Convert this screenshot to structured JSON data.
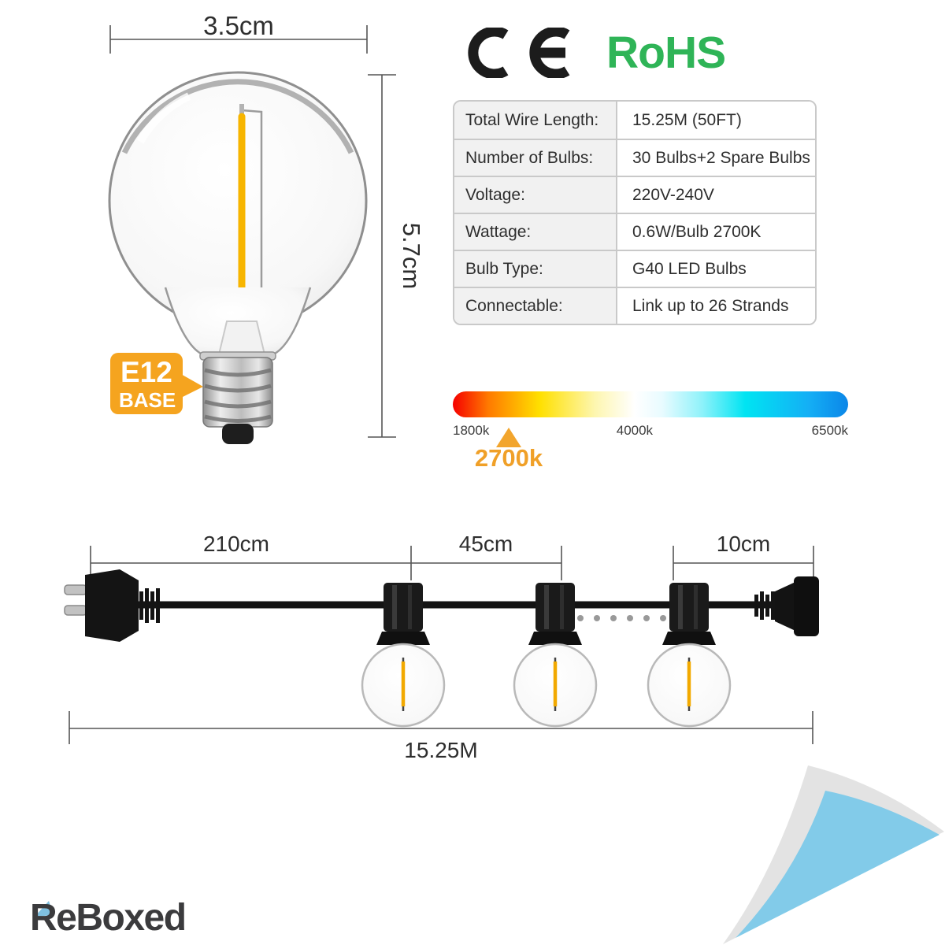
{
  "brand": {
    "logo_text": "ReBoxed",
    "accent_color": "#7fc0e0"
  },
  "certifications": {
    "ce_label": "CE",
    "rohs_label": "RoHS",
    "rohs_color": "#2fb457"
  },
  "bulb_figure": {
    "width_label": "3.5cm",
    "height_label": "5.7cm",
    "base_badge": {
      "line1": "E12",
      "line2": "BASE",
      "color": "#f5a41f"
    },
    "filament_color": "#f7b500"
  },
  "spec_table": {
    "rows": [
      {
        "label": "Total Wire Length:",
        "value": "15.25M (50FT)"
      },
      {
        "label": "Number of Bulbs:",
        "value": "30 Bulbs+2 Spare Bulbs"
      },
      {
        "label": "Voltage:",
        "value": "220V-240V"
      },
      {
        "label": "Wattage:",
        "value": "0.6W/Bulb 2700K"
      },
      {
        "label": "Bulb Type:",
        "value": "G40 LED Bulbs"
      },
      {
        "label": "Connectable:",
        "value": "Link up to 26 Strands"
      }
    ]
  },
  "color_temp_scale": {
    "min_label": "1800k",
    "mid_label": "4000k",
    "max_label": "6500k",
    "selected_label": "2700k",
    "selected_color": "#f0a028",
    "gradient_stops": [
      "#f50000",
      "#ff7a00",
      "#ffe000",
      "#ffffff",
      "#8ff2fa",
      "#00e4f2",
      "#0b86e8"
    ]
  },
  "string_diagram": {
    "plug_to_first_bulb_label": "210cm",
    "bulb_spacing_label": "45cm",
    "last_bulb_to_end_label": "10cm",
    "total_length_label": "15.25M"
  }
}
